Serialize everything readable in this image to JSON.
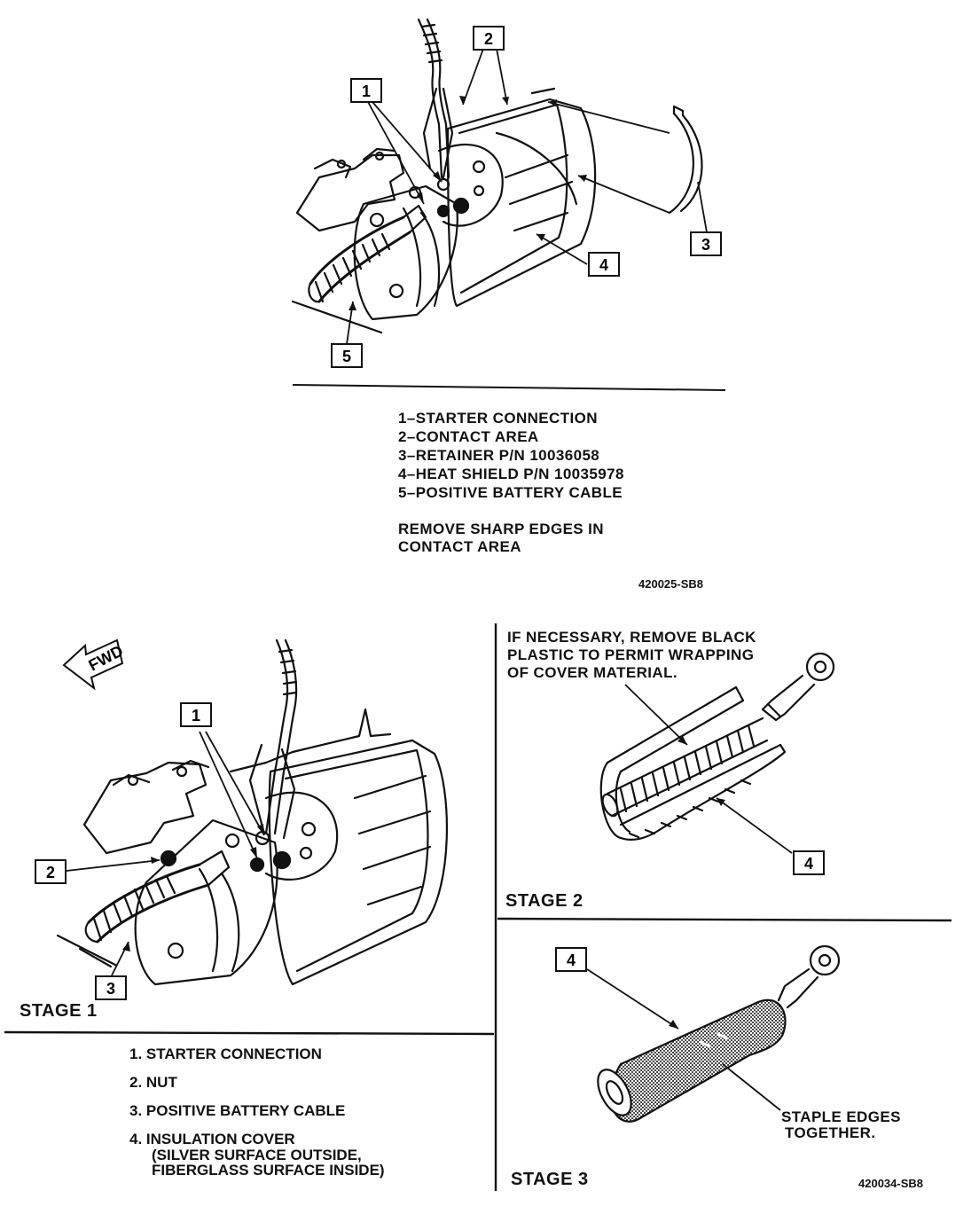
{
  "top": {
    "callouts": [
      "1",
      "2",
      "3",
      "4",
      "5"
    ],
    "legend": [
      "1–STARTER CONNECTION",
      "2–CONTACT AREA",
      "3–RETAINER  P/N 10036058",
      "4–HEAT SHIELD P/N 10035978",
      "5–POSITIVE BATTERY CABLE"
    ],
    "note_line1": "REMOVE SHARP  EDGES IN",
    "note_line2": "CONTACT AREA",
    "code": "420025-SB8"
  },
  "bottom": {
    "fwd_label": "FWD",
    "stage1": {
      "title": "STAGE 1",
      "callouts": [
        "1",
        "2",
        "3"
      ]
    },
    "stage2": {
      "title": "STAGE 2",
      "note_line1": "IF NECESSARY, REMOVE BLACK",
      "note_line2": "PLASTIC TO PERMIT WRAPPING",
      "note_line3": "OF COVER MATERIAL.",
      "callout": "4"
    },
    "stage3": {
      "title": "STAGE 3",
      "callout": "4",
      "note_line1": "STAPLE EDGES",
      "note_line2": "TOGETHER."
    },
    "legend": {
      "item1": "1.  STARTER CONNECTION",
      "item2": "2.  NUT",
      "item3": "3.  POSITIVE BATTERY CABLE",
      "item4_line1": "4.  INSULATION COVER",
      "item4_line2": "(SILVER SURFACE OUTSIDE,",
      "item4_line3": "FIBERGLASS SURFACE INSIDE)"
    },
    "code": "420034-SB8"
  }
}
